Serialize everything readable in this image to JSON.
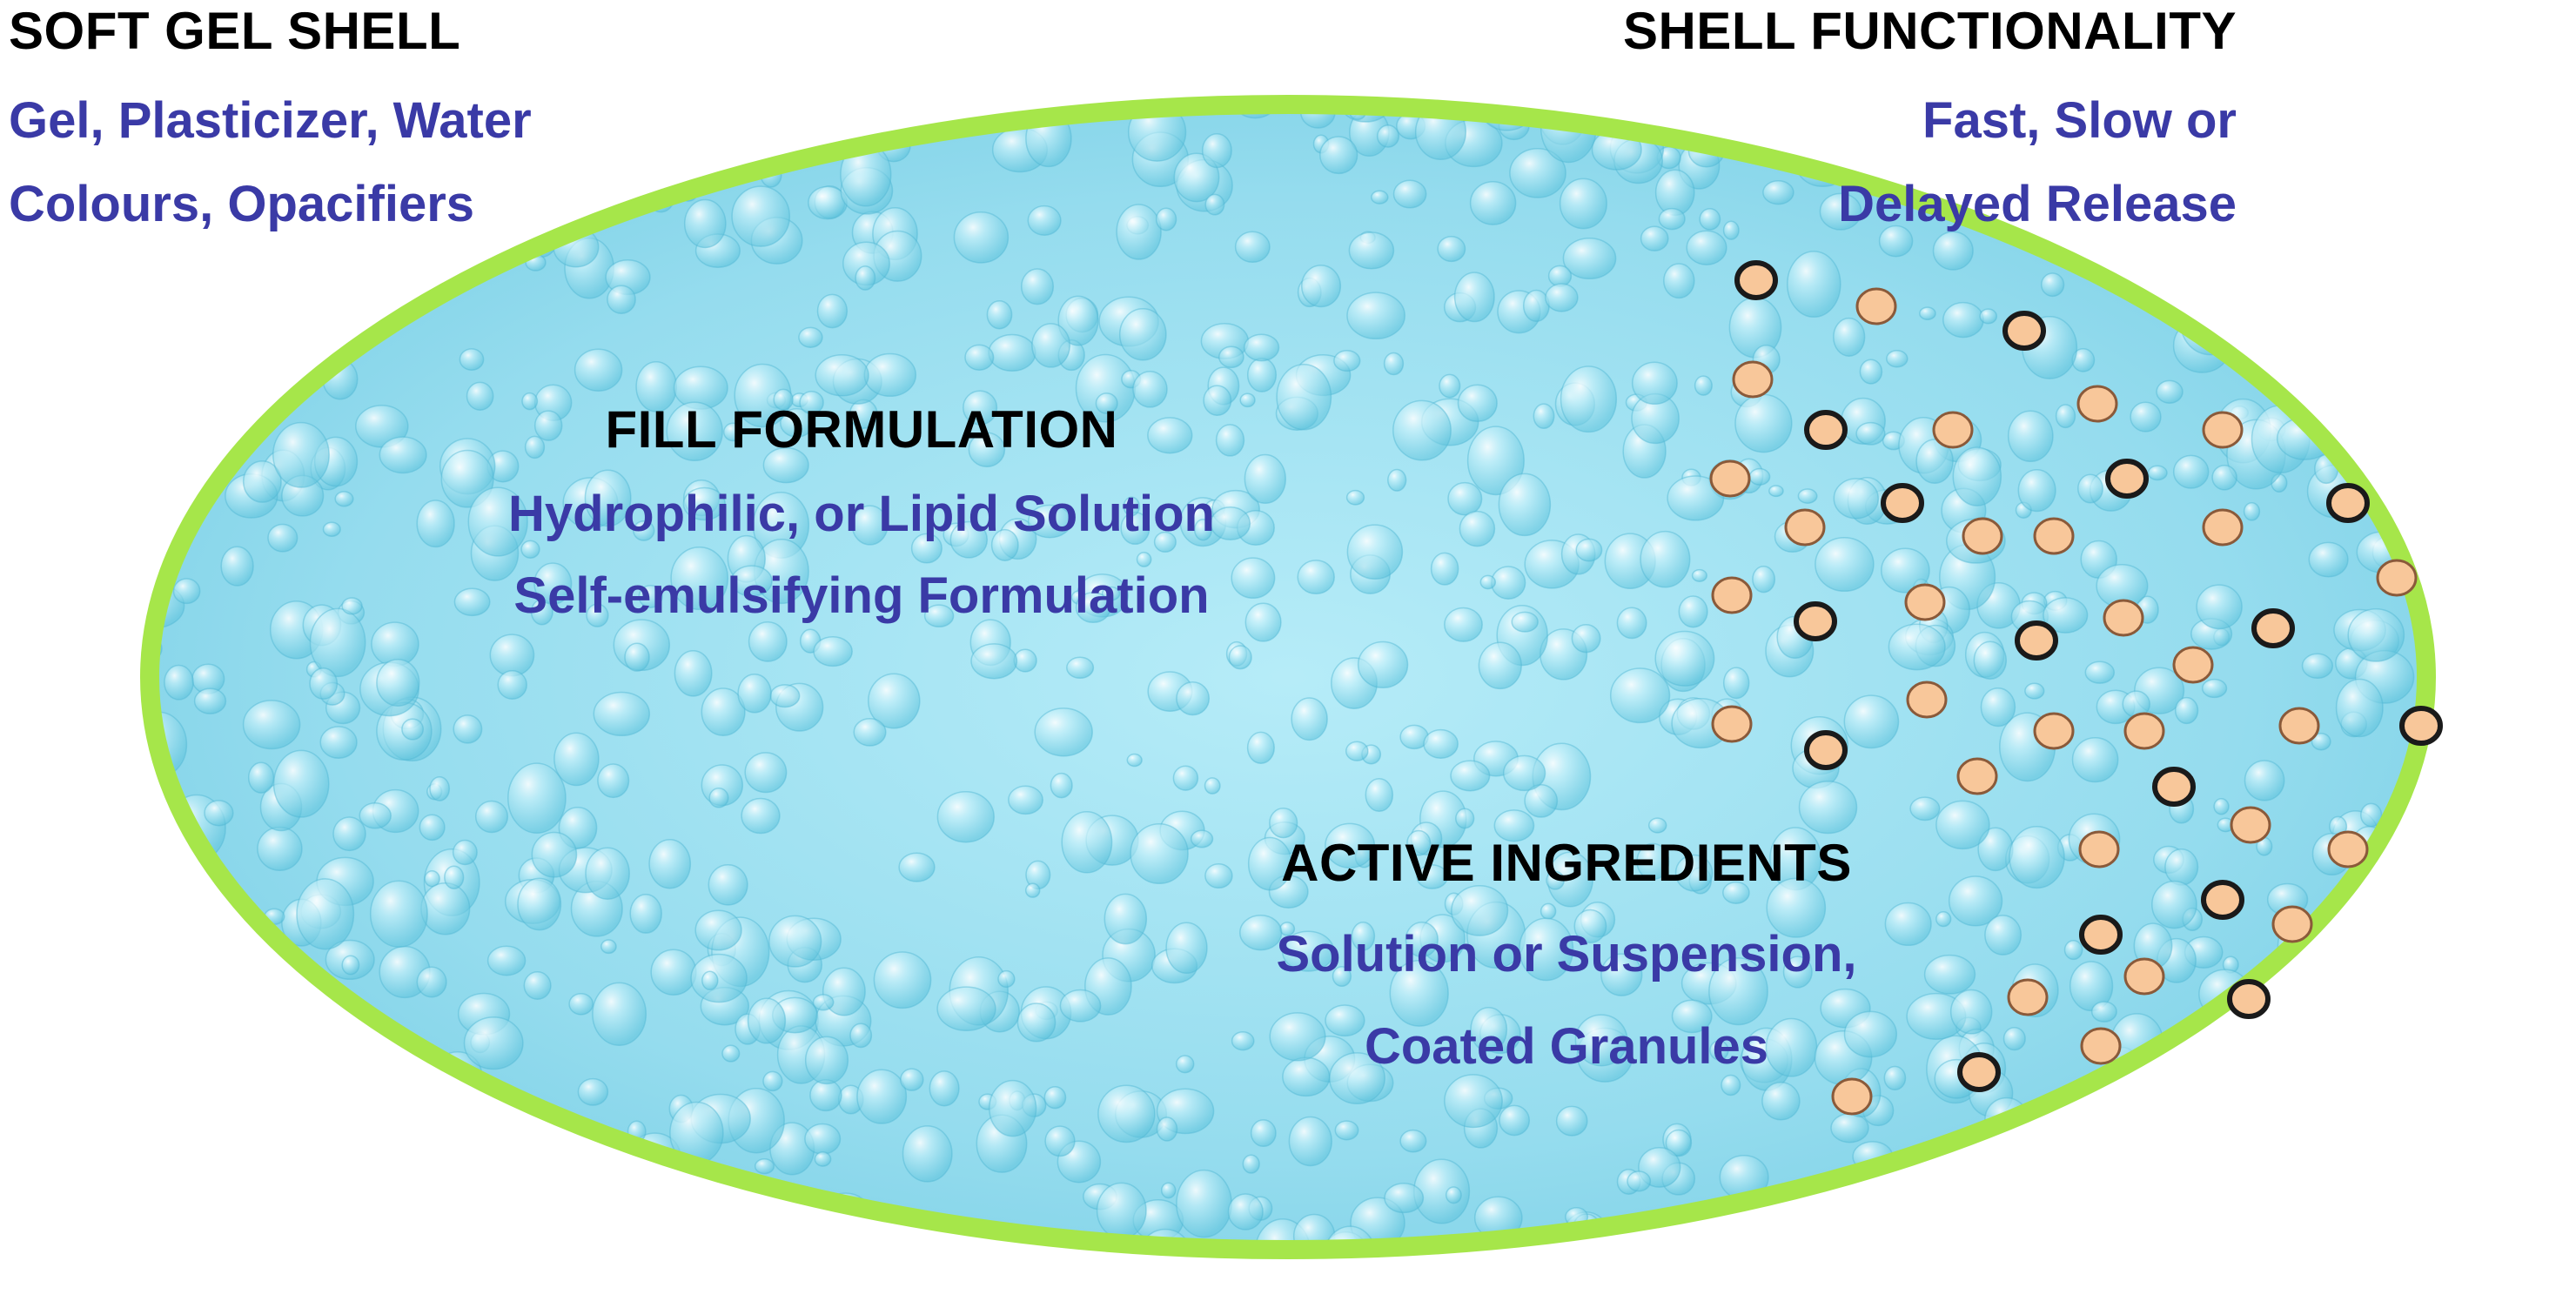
{
  "soft_gel_shell": {
    "heading": "SOFT GEL SHELL",
    "lines": [
      "Gel, Plasticizer, Water",
      "Colours, Opacifiers"
    ]
  },
  "shell_functionality": {
    "heading": "SHELL FUNCTIONALITY",
    "lines": [
      "Fast, Slow or",
      "Delayed Release"
    ]
  },
  "fill_formulation": {
    "heading": "FILL FORMULATION",
    "lines": [
      "Hydrophilic, or Lipid Solution",
      "Self-emulsifying Formulation"
    ]
  },
  "active_ingredients": {
    "heading": "ACTIVE INGREDIENTS",
    "lines": [
      "Solution or Suspension,",
      "Coated Granules"
    ]
  },
  "colors": {
    "shell_border": "#a6e64a",
    "fill_light": "#c9f1fa",
    "fill_mid": "#8fdbed",
    "fill_dark": "#5fc3dc",
    "granule_fill": "#f8c79a",
    "heading_text": "#000000",
    "sub_text": "#3a3aa6"
  }
}
